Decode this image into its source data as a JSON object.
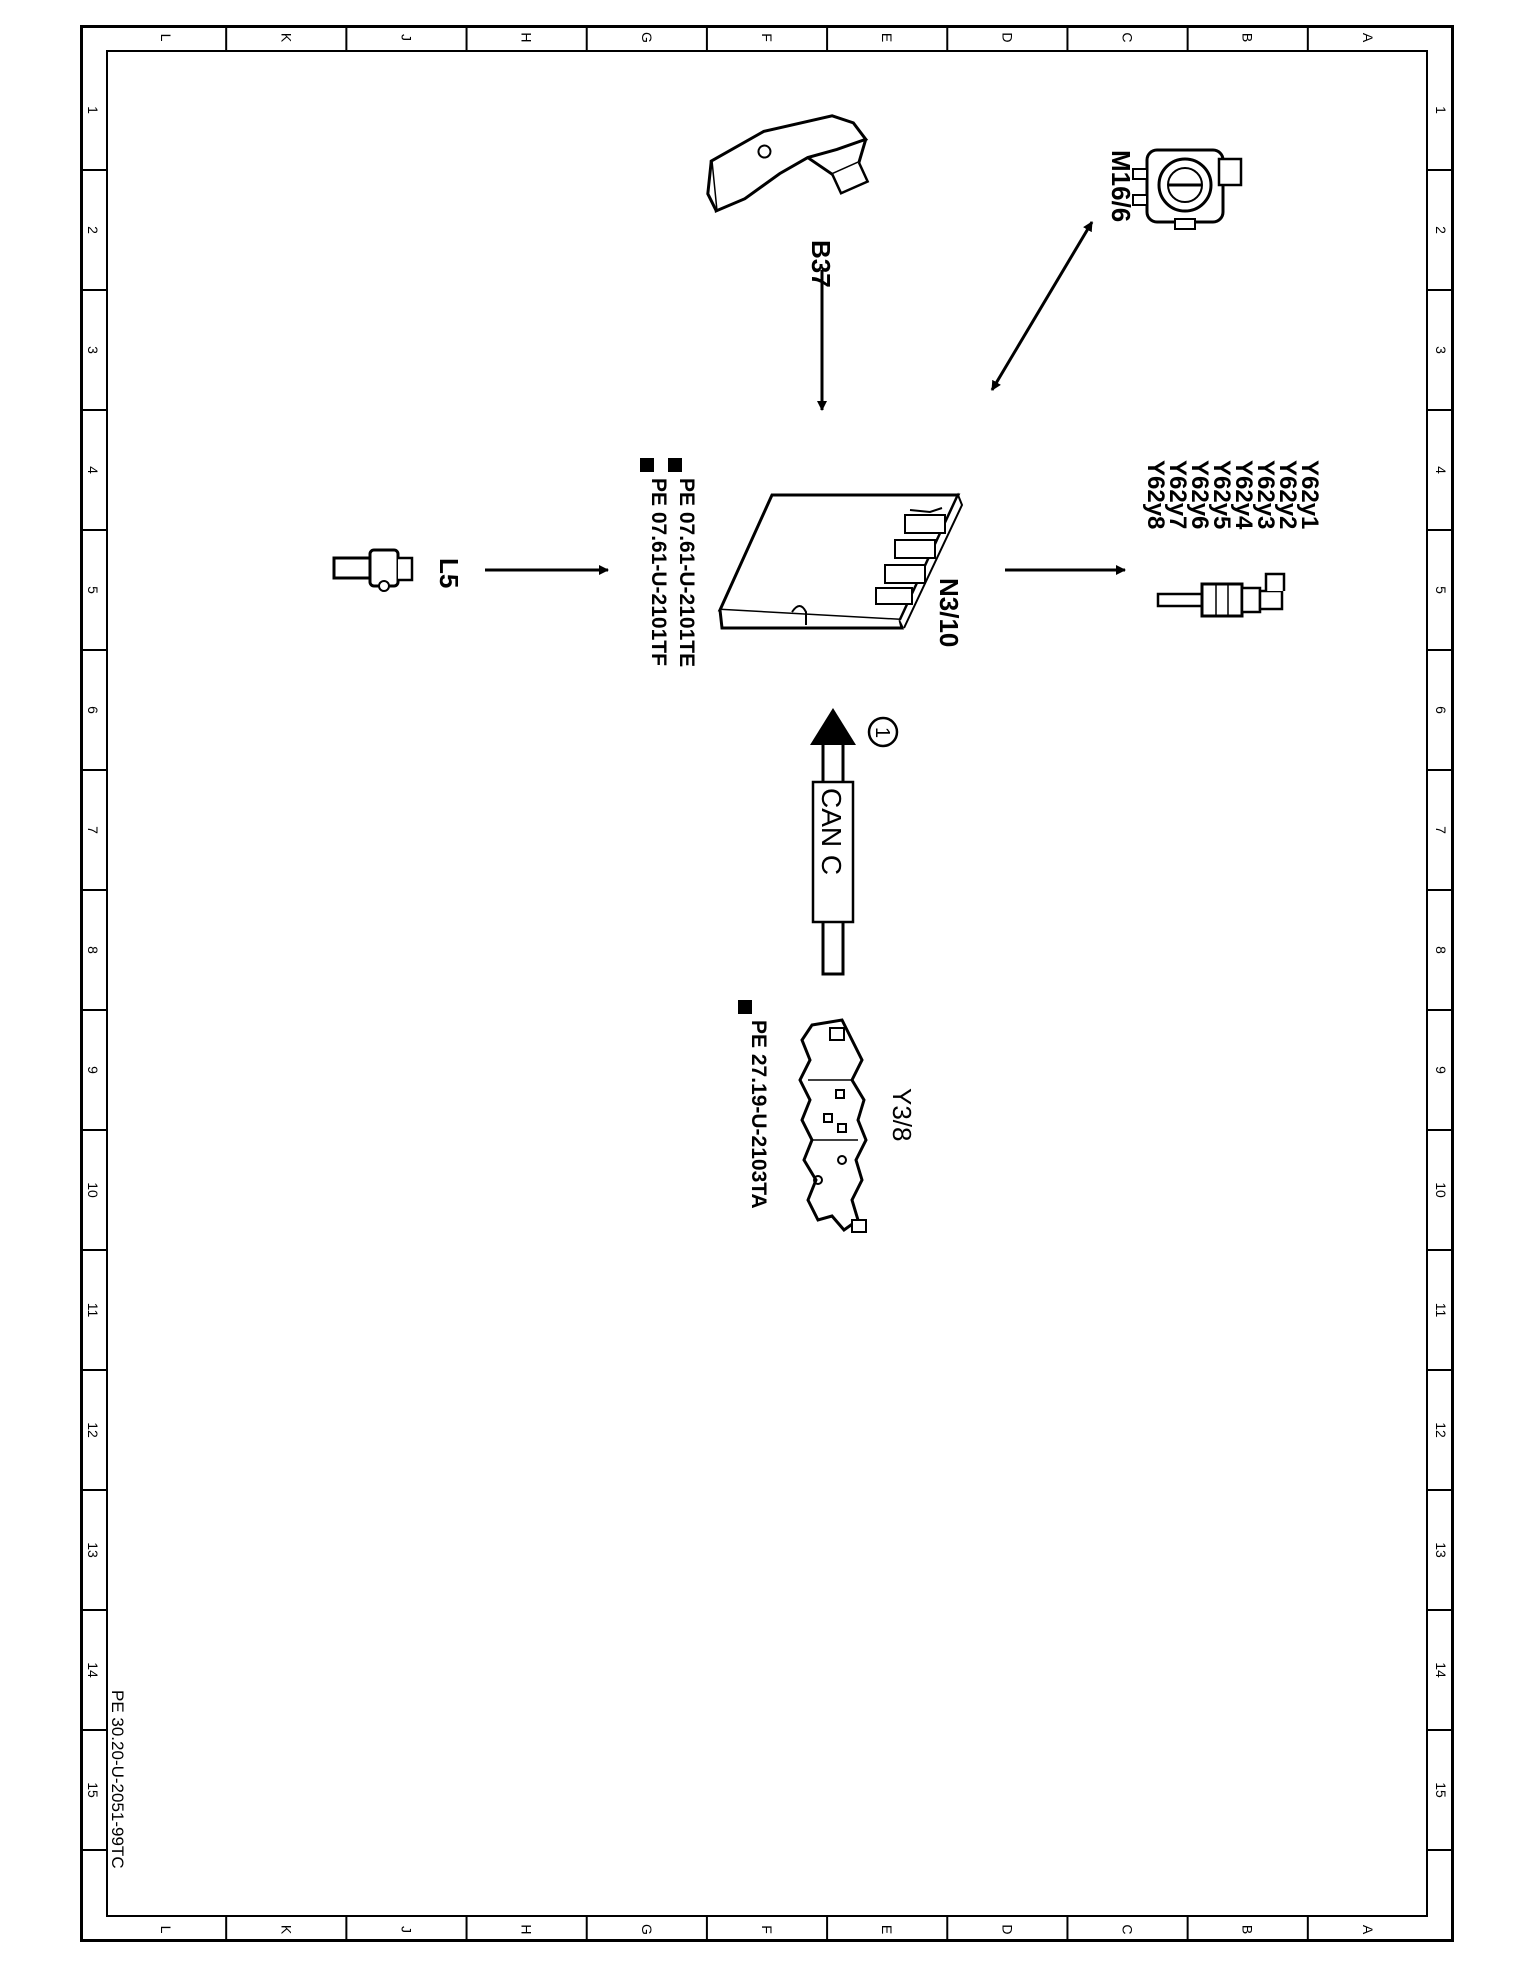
{
  "frame": {
    "column_letters": [
      "L",
      "K",
      "J",
      "H",
      "G",
      "F",
      "E",
      "D",
      "C",
      "B",
      "A"
    ],
    "row_numbers": [
      "1",
      "2",
      "3",
      "4",
      "5",
      "6",
      "7",
      "8",
      "9",
      "10",
      "11",
      "12",
      "13",
      "14",
      "15"
    ]
  },
  "components": {
    "ecu": {
      "label": "N3/10"
    },
    "pedal": {
      "label": "B37"
    },
    "throttle": {
      "label": "M16/6"
    },
    "sensor": {
      "label": "L5"
    },
    "injectors": {
      "labels": [
        "Y62y1",
        "Y62y2",
        "Y62y3",
        "Y62y4",
        "Y62y5",
        "Y62y6",
        "Y62y7",
        "Y62y8"
      ]
    },
    "valve_body": {
      "label": "Y3/8"
    }
  },
  "references": {
    "ecu_ref_1": "PE  07.61-U-2101TE",
    "ecu_ref_2": "PE  07.61-U-2101TF",
    "valve_ref": "PE  27.19-U-2103TA"
  },
  "can_bus": {
    "label": "CAN  C",
    "marker": "1"
  },
  "document_code": "PE 30.20-U-2051-99TC"
}
